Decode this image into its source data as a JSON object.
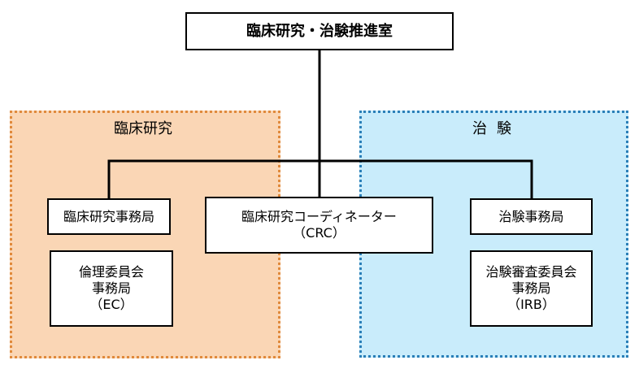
{
  "org_chart": {
    "top": "臨床研究・治験推進室",
    "groups": {
      "rinsho": {
        "label": "臨床研究"
      },
      "chiken": {
        "label": "治験"
      }
    },
    "boxes": {
      "rinsho_office": "臨床研究事務局",
      "crc_line1": "臨床研究コーディネーター",
      "crc_line2": "（CRC）",
      "chiken_office": "治験事務局",
      "ec_line1": "倫理委員会",
      "ec_line2": "事務局",
      "ec_line3": "（EC）",
      "irb_line1": "治験審査委員会",
      "irb_line2": "事務局",
      "irb_line3": "（IRB）"
    }
  },
  "colors": {
    "rinsho_fill": "#fad6b5",
    "rinsho_border": "#e08a3c",
    "chiken_fill": "#c9ecfb",
    "chiken_border": "#2a7fb8"
  }
}
